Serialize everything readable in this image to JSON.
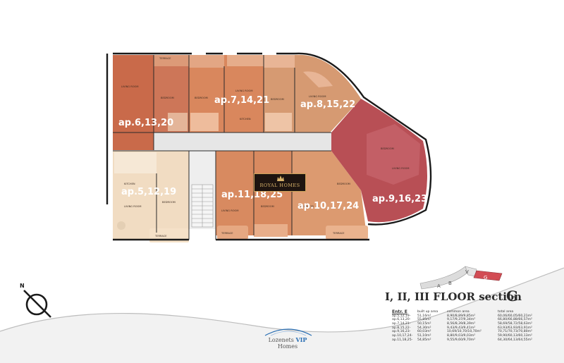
{
  "plan": {
    "apartments": [
      {
        "id": "ap6",
        "label": "ap.6,13,20"
      },
      {
        "id": "ap7",
        "label": "ap.7,14,21"
      },
      {
        "id": "ap8",
        "label": "ap.8,15,22"
      },
      {
        "id": "ap5",
        "label": "ap.5,12,19"
      },
      {
        "id": "ap11",
        "label": "ap.11,18,25"
      },
      {
        "id": "ap10",
        "label": "ap.10,17,24"
      },
      {
        "id": "ap9",
        "label": "ap.9,16,23"
      }
    ],
    "watermark": "ROYAL HOMES",
    "colors": {
      "ap6": "#c96a4a",
      "ap7": "#d9875d",
      "ap8": "#d69a72",
      "ap5": "#f1dcc2",
      "ap11": "#d88a60",
      "ap10": "#dc9a70",
      "ap9": "#b84f55",
      "corridor": "#e9e9e9"
    }
  },
  "key_plan": {
    "sections": [
      "A",
      "B",
      "V",
      "G"
    ],
    "highlighted": "G",
    "highlight_color": "#d24c54"
  },
  "title": {
    "floor": "I, II, III FLOOR  section",
    "section": "G"
  },
  "area_table": {
    "headers": [
      "Entr. E",
      "built up area",
      "common area",
      "total area"
    ],
    "rows": [
      [
        "ap.5,12,19-",
        "51,16m²",
        "8,90/8,89/9,85m²",
        "60,06/60,05/60,21m²"
      ],
      [
        "ap.6,13,20-",
        "55,85m²",
        "9,17/9,37/9,34m²",
        "66,80/66,88/66,57m²"
      ],
      [
        "ap.7,14,21-",
        "50,15m²",
        "8,56/8,39/8,39m²",
        "58,69/58,72/58,63m²"
      ],
      [
        "ap.8,15,22-",
        "54,30m²",
        "9,43/9,43/9,41m²",
        "63,93/63,93/63,91m²"
      ],
      [
        "ap.9,16,23-",
        "60,03m²",
        "10,69/10,70/10,70m²",
        "70,71/70,73/70,80m²"
      ],
      [
        "ap.10,17,24-",
        "51,10m²",
        "8,80/9,03/9,03m²",
        "59,90/60,13/60,13m²"
      ],
      [
        "ap.11,18,25-",
        "54,85m²",
        "9,55/9,60/9,70m²",
        "64,30/64,13/64,55m²"
      ]
    ]
  },
  "brand": {
    "prefix": "Lozenets",
    "vip": "VIP",
    "suffix": "Homes"
  },
  "compass": {
    "label": "N"
  }
}
